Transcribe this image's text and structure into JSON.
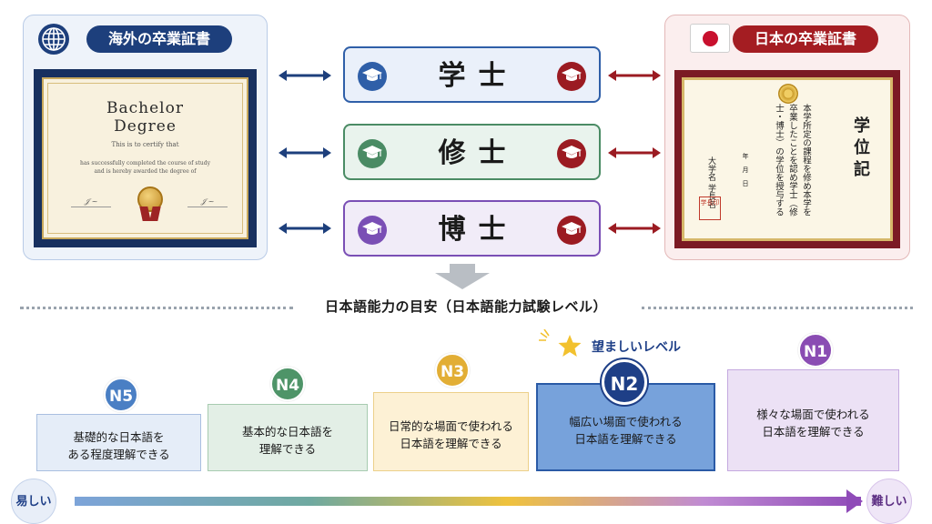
{
  "foreign": {
    "label": "海外の卒業証書",
    "certificate": {
      "title_line1": "Bachelor",
      "title_line2": "Degree",
      "line1": "This is to certify that",
      "line2": "has successfully completed the course of study",
      "line3": "and is hereby awarded the degree of"
    }
  },
  "japan": {
    "label": "日本の卒業証書",
    "certificate": {
      "title": "学位記",
      "body": "本学所定の課程を修め本学を卒業したことを認め学士（修士・博士）の学位を授与する",
      "date": "年月日",
      "sign1": "大学名",
      "sign2": "学長名",
      "hanko": "学長印"
    }
  },
  "degrees": [
    {
      "label": "学士",
      "color": "#2f5fa8"
    },
    {
      "label": "修士",
      "color": "#4a8b64"
    },
    {
      "label": "博士",
      "color": "#7a4fb5"
    }
  ],
  "section_title": "日本語能力の目安（日本語能力試験レベル）",
  "recommended_label": "望ましいレベル",
  "levels": [
    {
      "badge": "N5",
      "line1": "基礎的な日本語を",
      "line2": "ある程度理解できる",
      "color": "#4a7fc4"
    },
    {
      "badge": "N4",
      "line1": "基本的な日本語を",
      "line2": "理解できる",
      "color": "#4e9468"
    },
    {
      "badge": "N3",
      "line1": "日常的な場面で使われる",
      "line2": "日本語を理解できる",
      "color": "#e2ae35"
    },
    {
      "badge": "N2",
      "line1": "幅広い場面で使われる",
      "line2": "日本語を理解できる",
      "color": "#1e3f87"
    },
    {
      "badge": "N1",
      "line1": "様々な場面で使われる",
      "line2": "日本語を理解できる",
      "color": "#8a4cb3"
    }
  ],
  "scale": {
    "easy": "易しい",
    "hard": "難しい"
  }
}
